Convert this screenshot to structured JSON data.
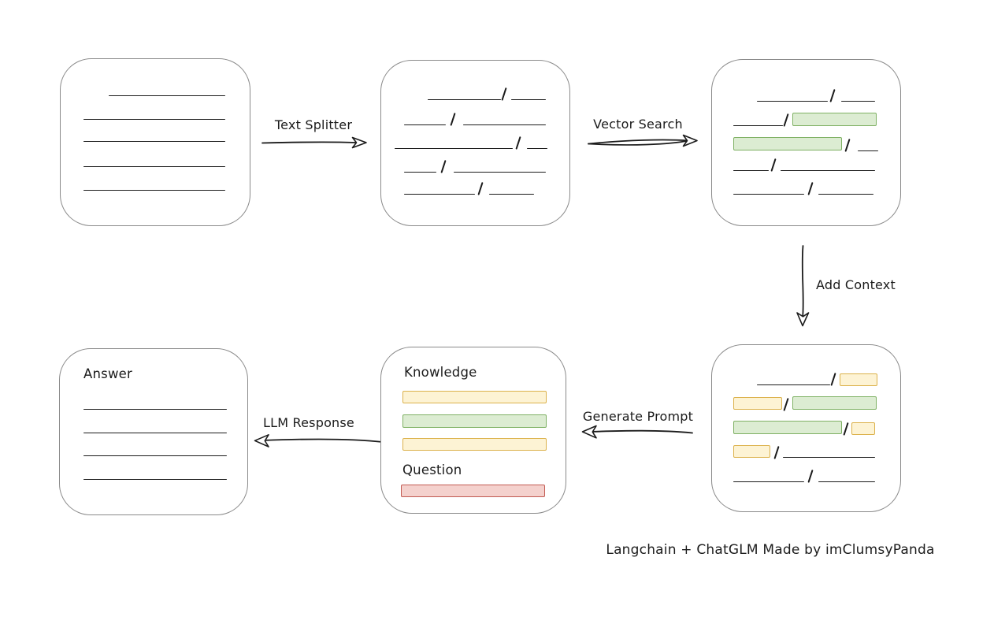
{
  "arrows": {
    "text_splitter": {
      "label": "Text Splitter",
      "direction": "right"
    },
    "vector_search": {
      "label": "Vector Search",
      "direction": "right"
    },
    "add_context": {
      "label": "Add Context",
      "direction": "down"
    },
    "generate_prompt": {
      "label": "Generate Prompt",
      "direction": "left"
    },
    "llm_response": {
      "label": "LLM Response",
      "direction": "left"
    }
  },
  "nodes": {
    "prompt": {
      "knowledge_label": "Knowledge",
      "question_label": "Question"
    },
    "answer": {
      "title": "Answer"
    }
  },
  "caption": "Langchain + ChatGLM Made by imClumsyPanda",
  "colors": {
    "ink": "#1b1b1b",
    "node_border": "#8a8a8a",
    "green_fill": "#dcecd2",
    "green_border": "#7fb164",
    "yellow_fill": "#fdf3d4",
    "yellow_border": "#dcb24c",
    "red_fill": "#f4d1cd",
    "red_border": "#c25a52"
  }
}
